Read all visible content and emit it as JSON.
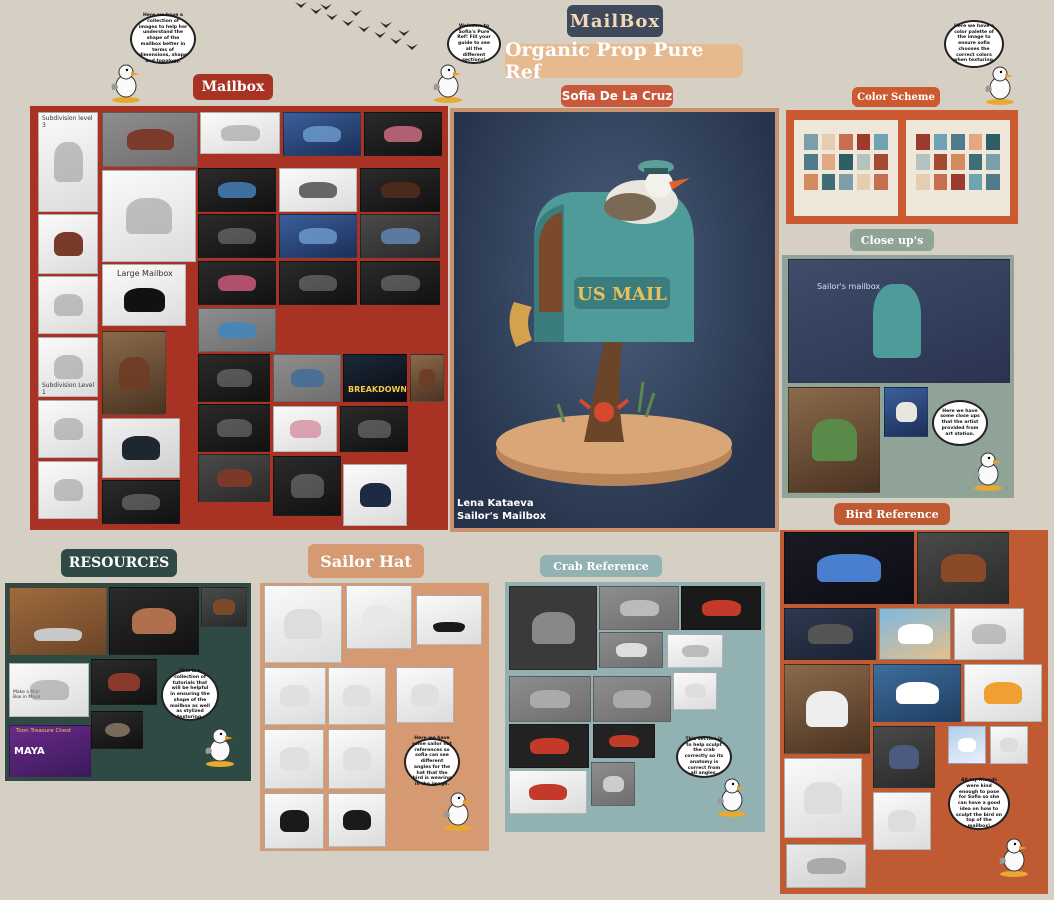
{
  "header": {
    "title": "MailBox",
    "subtitle": "Organic Prop Pure Ref",
    "author": "Sofia De La Cruz"
  },
  "sections": {
    "mailbox": "Mailbox",
    "color_scheme": "Color Scheme",
    "close_ups": "Close up's",
    "bird_reference": "Bird Reference",
    "resources": "RESOURCES",
    "sailor_hat": "Sailor Hat",
    "crab_reference": "Crab Reference"
  },
  "hero": {
    "caption_line1": "Lena Kataeva",
    "caption_line2": "Sailor's Mailbox",
    "sign": "US MAIL"
  },
  "thumb_labels": {
    "subdivision3": "Subdivision level 3",
    "large_mailbox": "Large Mailbox",
    "subdivision1": "Subdivision Level 1",
    "breakdown": "BREAKDOWN",
    "maya": "MAYA",
    "make_mailbox": "Make a Mail Box in Maya",
    "toon_treasure": "Toon Treasure Chest",
    "sailors_mailbox": "Sailor's mailbox"
  },
  "bubbles": {
    "mailbox_info": "Here we have a collection of images to help her understand the shape of the mailbox better in terms of dimensions, shape and topology.",
    "welcome": "Welcome to Sofia's Pure Ref! Fill your guide to see all the different sections!",
    "color_info": "Here we have a color palette of the image to ensure sofia chooses the correct colors when texturing.",
    "closeups_info": "Here we have some close ups that the artist provided from art station.",
    "resources_info": "This is a collection of tutorials that will be helpful in ensuring the shape of the mailbox as well as stylized texturing.",
    "hat_info": "Here we have some sailor hat references so sofia can see different angles for the hat that the bird is wearing in the image.",
    "crab_info": "This section is to help sculpt the crab correctly so its anatomy is correct from all angles.",
    "bird_info": "All my friends were kind enough to pose for Sofia so she can have a good idea on how to sculpt the bird on top of the mailbox!"
  },
  "colors": {
    "background": "#d6cfc4",
    "mailbox_panel": "#a83224",
    "closeups_panel": "#8fa396",
    "resources_panel": "#2f4a45",
    "hat_panel": "#d59a72",
    "crab_panel": "#92b1b3",
    "bird_panel": "#c05a32",
    "color_panel": "#cc5a30"
  },
  "palette": [
    "#7a9fa9",
    "#e6cdb0",
    "#c86e50",
    "#9a3b2e",
    "#6fa3b4",
    "#4f7c88",
    "#e2a884",
    "#2e5e63",
    "#b5c2bd",
    "#a44a33",
    "#d38a5f",
    "#3f6f74"
  ]
}
